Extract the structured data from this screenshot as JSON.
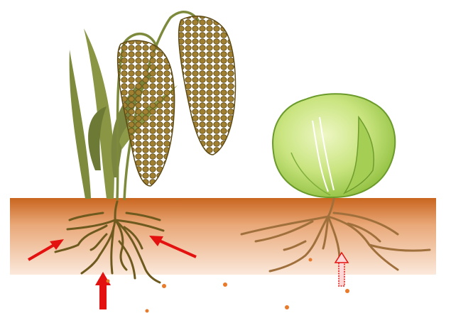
{
  "scene": {
    "subjects": [
      "millet-plant",
      "lettuce-plant"
    ],
    "colors": {
      "background": "#ffffff",
      "soil_top": "#c9651f",
      "soil_bottom": "#fbe9dc",
      "millet_root": "#6e5a1e",
      "lettuce_root": "#a0703c",
      "grain": "#9a7a2a",
      "grain_dark": "#6b5418",
      "leaf": "#7f8a3a",
      "lettuce_light": "#e4f2a6",
      "lettuce_mid": "#b6d96a",
      "arrow_red": "#e3110f",
      "nutrient_dot": "#e87a2a"
    },
    "arrows": [
      {
        "name": "left-solid-arrow",
        "style": "solid"
      },
      {
        "name": "bottom-solid-arrow",
        "style": "solid"
      },
      {
        "name": "right-solid-arrow",
        "style": "solid"
      },
      {
        "name": "lettuce-dashed-arrow",
        "style": "outlined"
      }
    ]
  }
}
